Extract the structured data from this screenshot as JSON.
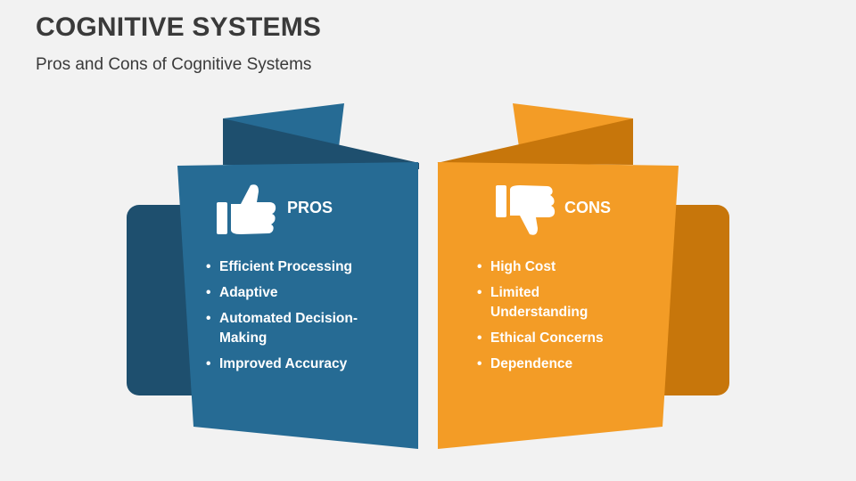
{
  "title": "COGNITIVE SYSTEMS",
  "subtitle": "Pros and Cons of Cognitive Systems",
  "pros": {
    "heading": "PROS",
    "icon": "thumbs-up-icon",
    "color": "#266b94",
    "items": [
      "Efficient Processing",
      "Adaptive",
      "Automated Decision-Making",
      "Improved Accuracy"
    ]
  },
  "cons": {
    "heading": "CONS",
    "icon": "thumbs-down-icon",
    "color": "#f39c26",
    "items": [
      "High Cost",
      "Limited Understanding",
      "Ethical Concerns",
      "Dependence"
    ]
  }
}
